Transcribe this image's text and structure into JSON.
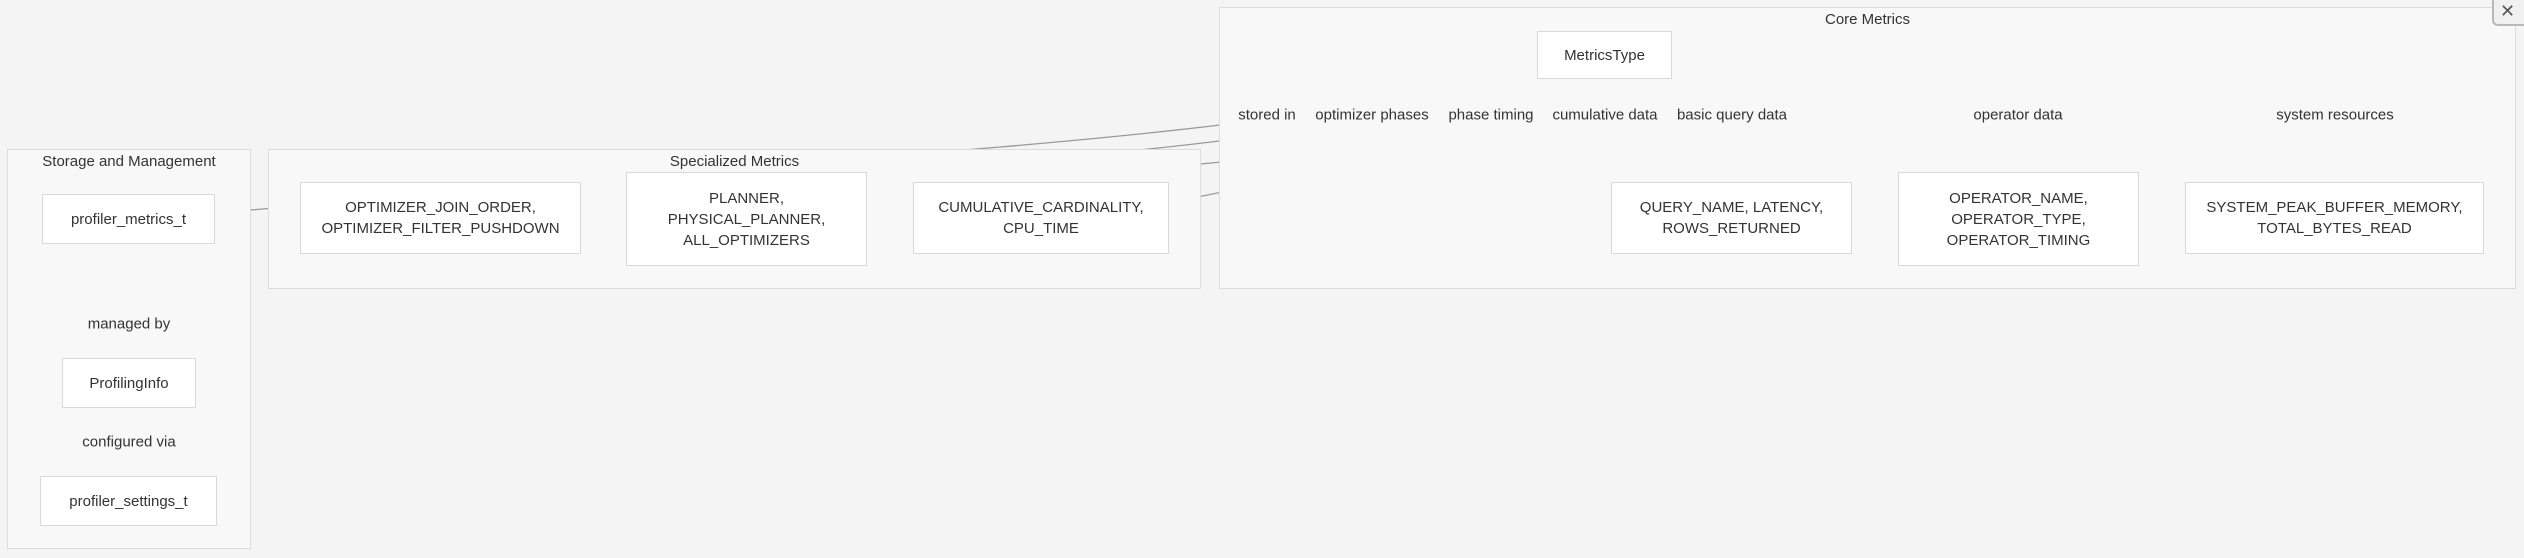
{
  "clusters": {
    "storage": {
      "title": "Storage and Management"
    },
    "specialized": {
      "title": "Specialized Metrics"
    },
    "core": {
      "title": "Core Metrics"
    }
  },
  "nodes": {
    "metrics_type": "MetricsType",
    "query_name": "QUERY_NAME, LATENCY,\nROWS_RETURNED",
    "operator_name": "OPERATOR_NAME,\nOPERATOR_TYPE,\nOPERATOR_TIMING",
    "system_peak": "SYSTEM_PEAK_BUFFER_MEMORY,\nTOTAL_BYTES_READ",
    "cumulative": "CUMULATIVE_CARDINALITY,\nCPU_TIME",
    "planner": "PLANNER,\nPHYSICAL_PLANNER,\nALL_OPTIMIZERS",
    "optimizer_join": "OPTIMIZER_JOIN_ORDER,\nOPTIMIZER_FILTER_PUSHDOWN",
    "profiler_metrics": "profiler_metrics_t",
    "profiling_info": "ProfilingInfo",
    "profiler_settings": "profiler_settings_t"
  },
  "edge_labels": {
    "stored_in": "stored in",
    "optimizer_phases": "optimizer phases",
    "phase_timing": "phase timing",
    "cumulative_data": "cumulative data",
    "basic_query_data": "basic query data",
    "operator_data": "operator data",
    "system_resources": "system resources",
    "managed_by": "managed by",
    "configured_via": "configured via"
  },
  "colors": {
    "background": "#f4f4f4",
    "cluster_fill": "#f8f8f8",
    "node_fill": "#ffffff",
    "edge": "#999999"
  },
  "corner_control": {
    "icon": "close-icon",
    "glyph": "✕"
  }
}
